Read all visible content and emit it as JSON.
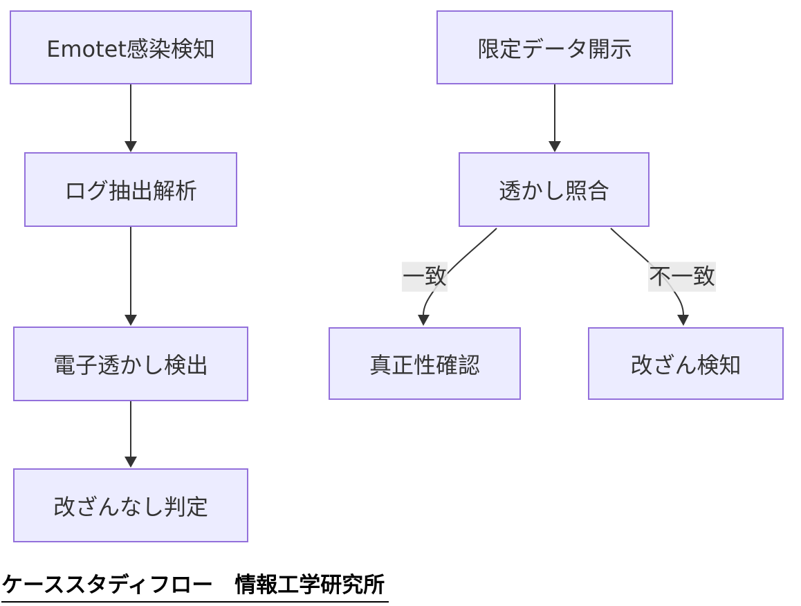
{
  "diagram": {
    "type": "flowchart",
    "direction": "top-down",
    "nodes": [
      {
        "id": "A",
        "label": "Emotet感染検知"
      },
      {
        "id": "B",
        "label": "ログ抽出解析"
      },
      {
        "id": "C",
        "label": "電子透かし検出"
      },
      {
        "id": "D",
        "label": "改ざんなし判定"
      },
      {
        "id": "E",
        "label": "限定データ開示"
      },
      {
        "id": "F",
        "label": "透かし照合"
      },
      {
        "id": "G",
        "label": "真正性確認"
      },
      {
        "id": "H",
        "label": "改ざん検知"
      }
    ],
    "edges": [
      {
        "from": "A",
        "to": "B",
        "label": ""
      },
      {
        "from": "B",
        "to": "C",
        "label": ""
      },
      {
        "from": "C",
        "to": "D",
        "label": ""
      },
      {
        "from": "E",
        "to": "F",
        "label": ""
      },
      {
        "from": "F",
        "to": "G",
        "label": "一致"
      },
      {
        "from": "F",
        "to": "H",
        "label": "不一致"
      }
    ],
    "colors": {
      "node_fill": "#ECECFF",
      "node_border": "#9370DB",
      "edge_stroke": "#333333",
      "edge_label_background": "#e8e8e8",
      "node_text": "#333333",
      "title_text": "#000000"
    }
  },
  "footer": {
    "title": "ケーススタディフロー　情報工学研究所"
  }
}
